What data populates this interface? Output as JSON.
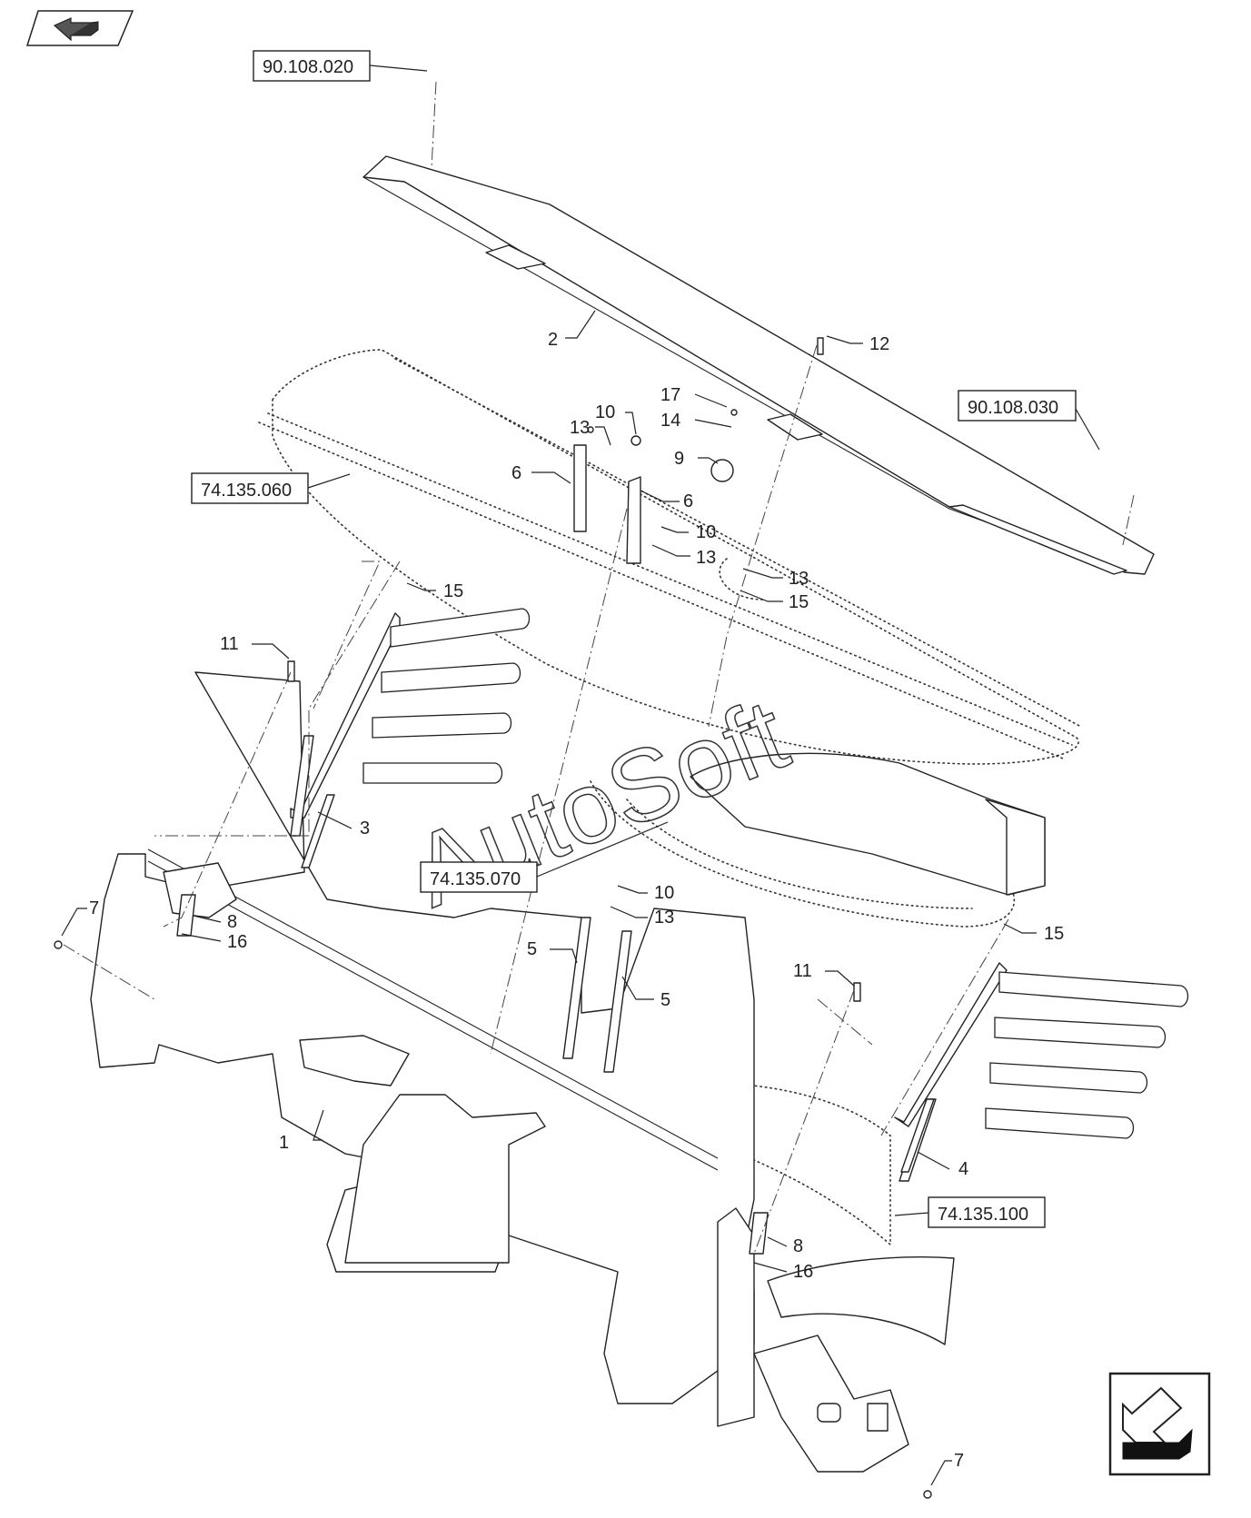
{
  "references": {
    "r1": "90.108.020",
    "r2": "90.108.030",
    "r3": "74.135.060",
    "r4": "74.135.070",
    "r5": "74.135.100"
  },
  "callouts": {
    "c1": "1",
    "c2": "2",
    "c3": "3",
    "c4": "4",
    "c5a": "5",
    "c5b": "5",
    "c6a": "6",
    "c6b": "6",
    "c7a": "7",
    "c7b": "7",
    "c8a": "8",
    "c8b": "8",
    "c9": "9",
    "c10a": "10",
    "c10b": "10",
    "c10c": "10",
    "c11a": "11",
    "c11b": "11",
    "c12": "12",
    "c13a": "13",
    "c13b": "13",
    "c13c": "13",
    "c13d": "13",
    "c14": "14",
    "c15a": "15",
    "c15b": "15",
    "c15c": "15",
    "c16a": "16",
    "c16b": "16",
    "c17": "17"
  },
  "watermark": "AutoSoft",
  "icons": {
    "top_left": "arrow-forward-icon",
    "bottom_right": "arrow-back-icon"
  }
}
